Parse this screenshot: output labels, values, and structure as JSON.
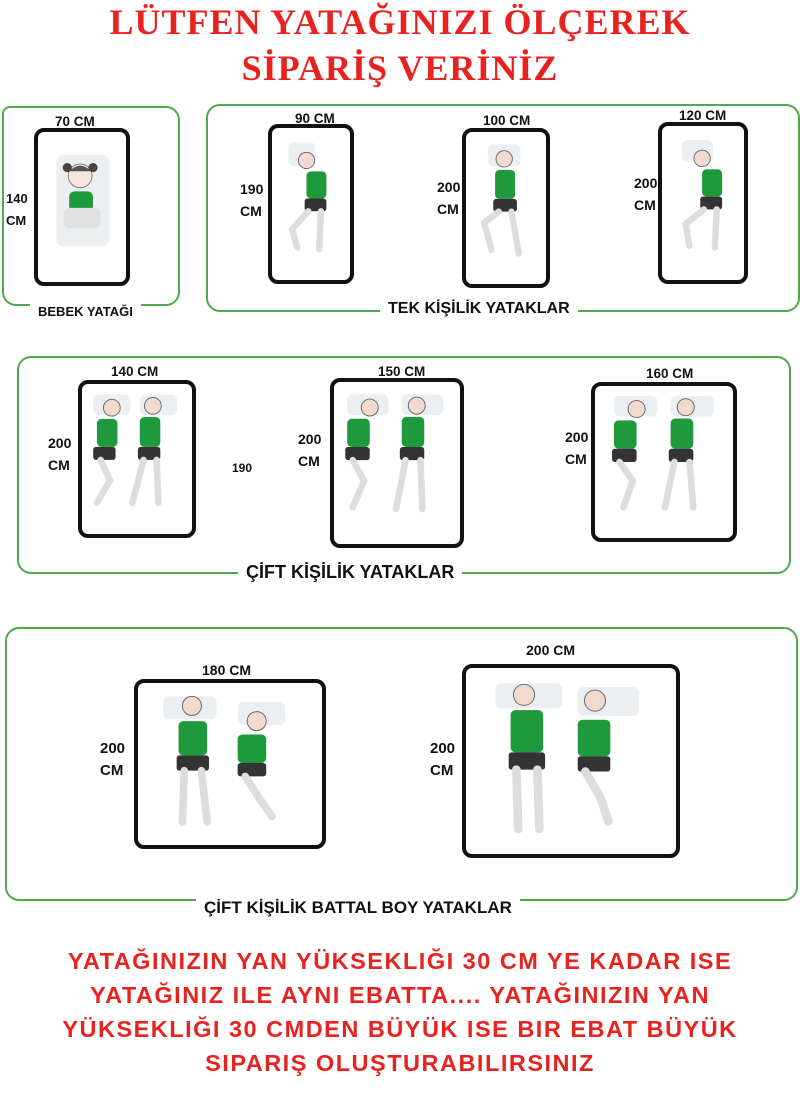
{
  "heading": {
    "line1": "LÜTFEN YATAĞINIZI ÖLÇEREK",
    "line2": "SİPARİŞ VERİNİZ"
  },
  "sections": {
    "baby": {
      "label": "BEBEK YATAĞI",
      "bed": {
        "width": "70 CM",
        "length_num": "140",
        "length_unit": "CM"
      }
    },
    "single": {
      "label": "TEK KİŞİLİK YATAKLAR",
      "beds": [
        {
          "width": "90 CM",
          "length_num": "190",
          "length_unit": "CM"
        },
        {
          "width": "100 CM",
          "length_num": "200",
          "length_unit": "CM"
        },
        {
          "width": "120 CM",
          "length_num": "200",
          "length_unit": "CM"
        }
      ]
    },
    "double": {
      "label": "ÇİFT KİŞİLİK YATAKLAR",
      "extra_note": "190",
      "beds": [
        {
          "width": "140 CM",
          "length_num": "200",
          "length_unit": "CM"
        },
        {
          "width": "150 CM",
          "length_num": "200",
          "length_unit": "CM"
        },
        {
          "width": "160 CM",
          "length_num": "200",
          "length_unit": "CM"
        }
      ]
    },
    "king": {
      "label": "ÇİFT KİŞİLİK BATTAL BOY YATAKLAR",
      "beds": [
        {
          "width": "180 CM",
          "length_num": "200",
          "length_unit": "CM"
        },
        {
          "width": "200 CM",
          "length_num": "200",
          "length_unit": "CM"
        }
      ]
    }
  },
  "footer": {
    "line1": "YATAĞINIZIN YAN YÜKSEKLIĞI 30 CM YE KADAR ISE",
    "line2": "YATAĞINIZ ILE AYNI EBATTA.... YATAĞINIZIN YAN",
    "line3": "YÜKSEKLIĞI 30 CMDEN BÜYÜK ISE BIR EBAT BÜYÜK",
    "line4": "SIPARIŞ OLUŞTURABILIRSINIZ"
  },
  "colors": {
    "accent_red": "#e8231f",
    "frame_green": "#4fa84c",
    "shirt_green": "#1e9a3c",
    "bed_border": "#111111"
  },
  "icons": {
    "baby": "baby-sleeping-icon",
    "adult": "person-sleeping-icon"
  }
}
